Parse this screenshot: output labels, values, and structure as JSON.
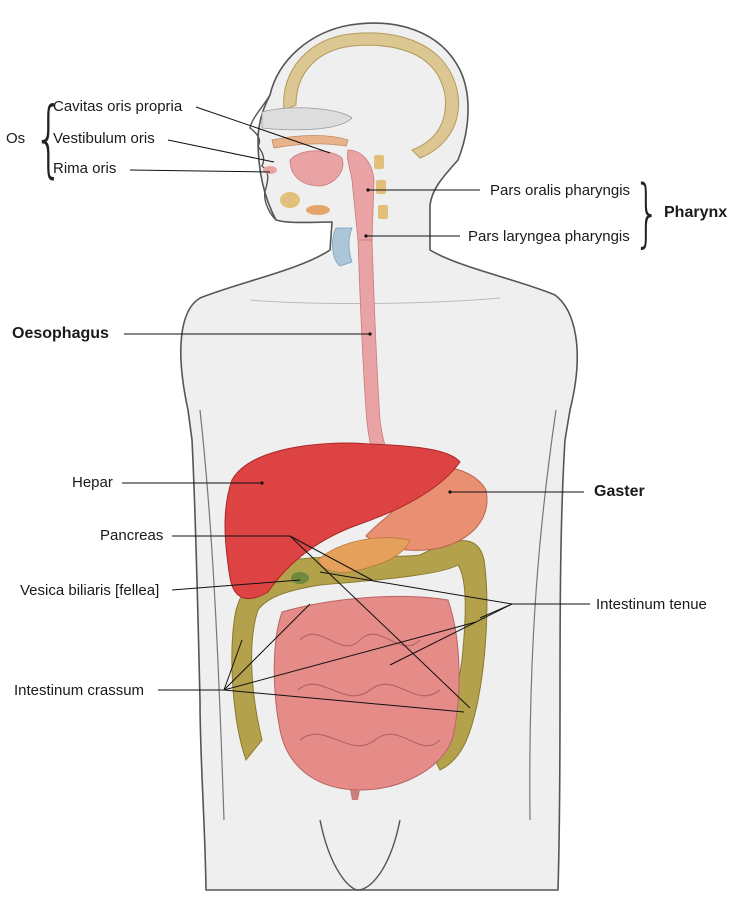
{
  "labels": {
    "os": "Os",
    "cavitas_oris_propria": "Cavitas oris propria",
    "vestibulum_oris": "Vestibulum oris",
    "rima_oris": "Rima oris",
    "pars_oralis_pharyngis": "Pars oralis pharyngis",
    "pars_laryngea_pharyngis": "Pars laryngea pharyngis",
    "pharynx": "Pharynx",
    "oesophagus": "Oesophagus",
    "hepar": "Hepar",
    "gaster": "Gaster",
    "pancreas": "Pancreas",
    "vesica_biliaris": "Vesica biliaris [fellea]",
    "intestinum_tenue": "Intestinum tenue",
    "intestinum_crassum": "Intestinum crassum"
  },
  "colors": {
    "body_fill": "#efefef",
    "body_outline": "#555555",
    "skull_bone": "#dcc792",
    "oesophagus": "#e9a3a4",
    "liver": "#dd4343",
    "stomach": "#e98f72",
    "small_intestine": "#e58b88",
    "large_intestine": "#b4a14c",
    "leader_line": "#111111"
  }
}
